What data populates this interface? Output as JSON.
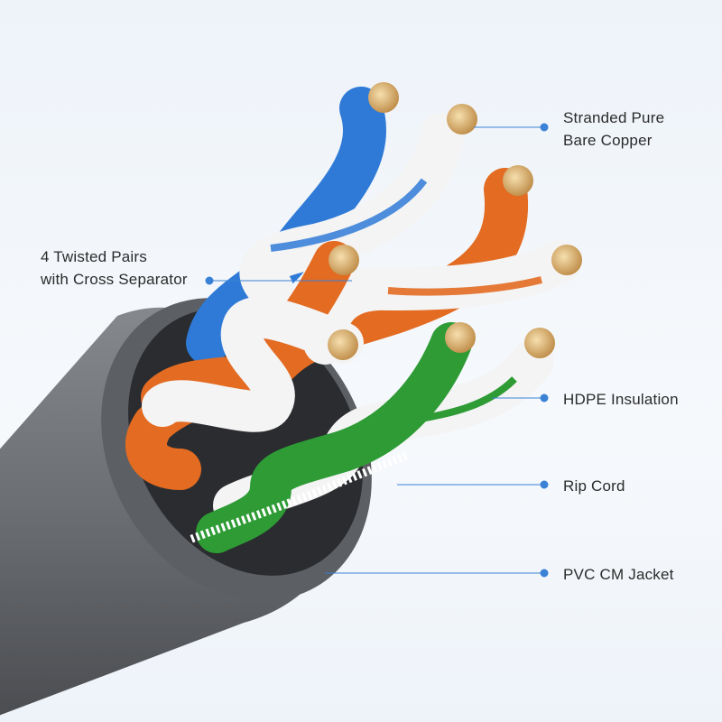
{
  "callouts": {
    "copper": {
      "line1": "Stranded Pure",
      "line2": "Bare Copper"
    },
    "pairs": {
      "line1": "4 Twisted Pairs",
      "line2": "with Cross Separator"
    },
    "insulation": "HDPE Insulation",
    "rip_cord": "Rip Cord",
    "jacket": "PVC CM Jacket"
  },
  "colors": {
    "background": "#f2f6fb",
    "jacket": "#6b6e72",
    "blue": "#2f7ad6",
    "orange": "#e36b22",
    "green": "#2e9b35",
    "white": "#f4f4f4",
    "copper": "#d9a866",
    "leader": "#3b82d6"
  }
}
